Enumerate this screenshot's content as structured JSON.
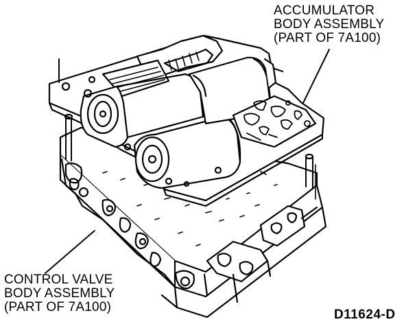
{
  "labels": {
    "accumulator": {
      "line1": "ACCUMULATOR",
      "line2": "BODY ASSEMBLY",
      "line3": "(PART OF 7A100)"
    },
    "control_valve": {
      "line1": "CONTROL VALVE",
      "line2": "BODY ASSEMBLY",
      "line3": "(PART OF 7A100)"
    }
  },
  "figure_id": "D11624-D"
}
